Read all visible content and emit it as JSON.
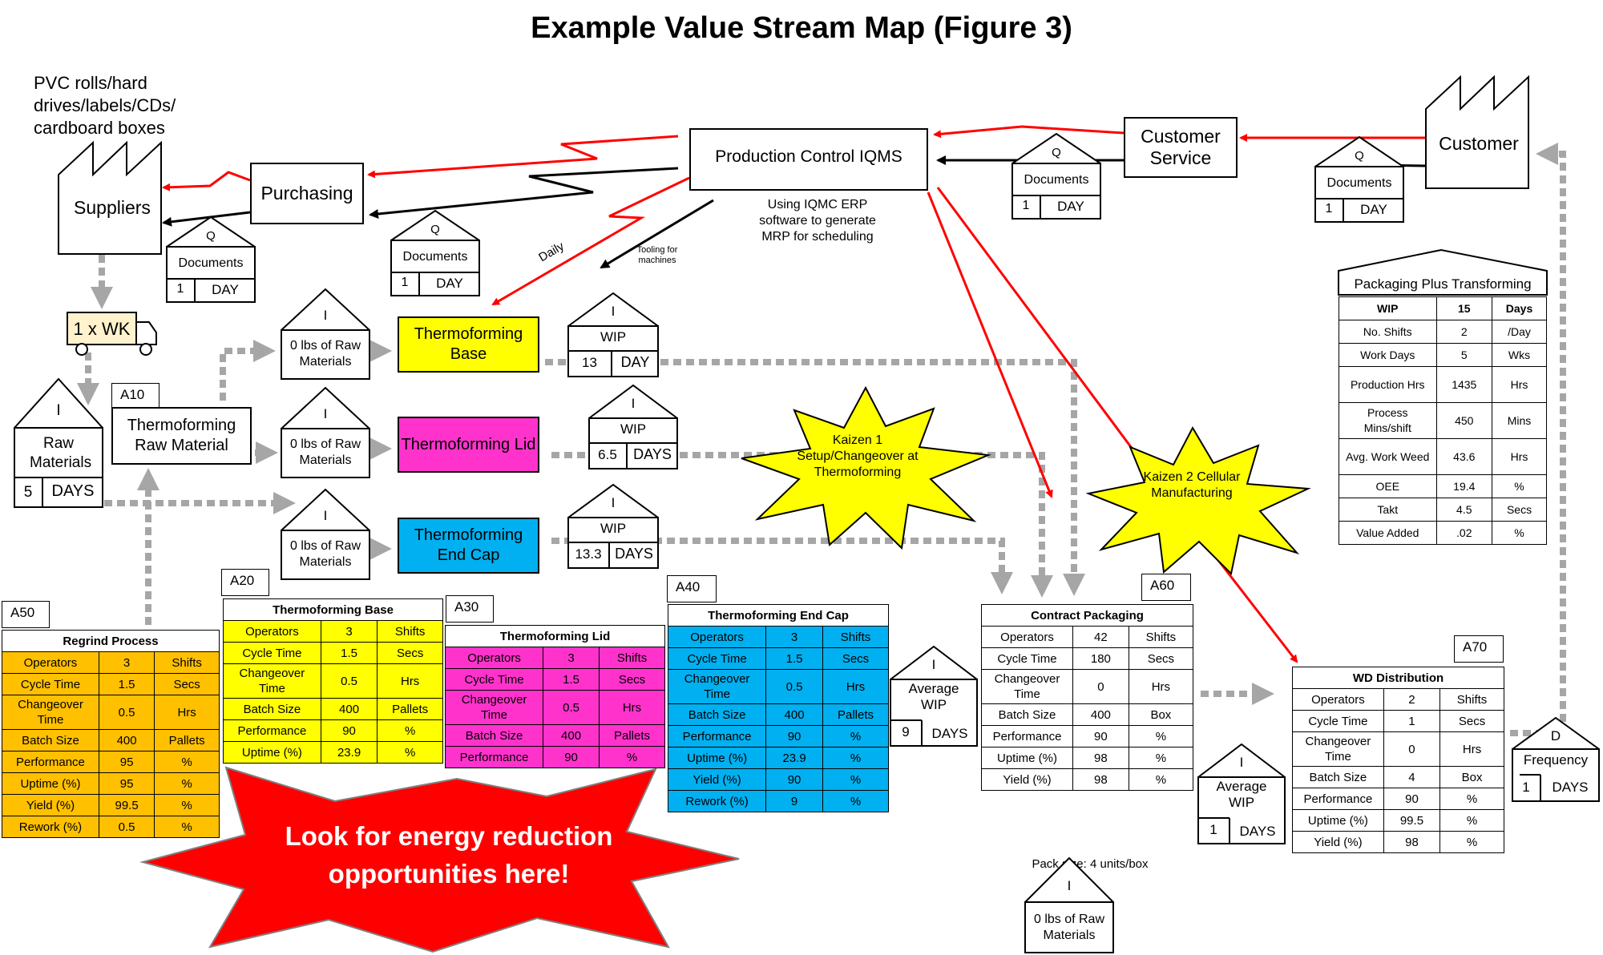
{
  "title": "Example Value Stream Map (Figure 3)",
  "supplier": {
    "materials_label": "PVC rolls/hard drives/labels/CDs/ cardboard boxes",
    "name": "Suppliers"
  },
  "customer": {
    "name": "Customer"
  },
  "purchasing": "Purchasing",
  "production_control": "Production Control IQMS",
  "customer_service": "Customer Service",
  "erp_note": "Using IQMC ERP software to generate MRP for scheduling",
  "daily_label": "Daily",
  "tooling_label": "Tooling for machines",
  "truck_label": "1 x WK",
  "doc_boxes": [
    {
      "q": "Q",
      "label": "Documents",
      "num": "1",
      "unit": "DAY"
    },
    {
      "q": "Q",
      "label": "Documents",
      "num": "1",
      "unit": "DAY"
    },
    {
      "q": "Q",
      "label": "Documents",
      "num": "1",
      "unit": "DAY"
    },
    {
      "q": "Q",
      "label": "Documents",
      "num": "1",
      "unit": "DAY"
    }
  ],
  "inventory": [
    {
      "i": "I",
      "label": "Raw Materials",
      "num": "5",
      "unit": "DAYS"
    },
    {
      "i": "I",
      "label": "0 lbs of Raw Materials"
    },
    {
      "i": "I",
      "label": "0 lbs of Raw Materials"
    },
    {
      "i": "I",
      "label": "0 lbs of Raw Materials"
    },
    {
      "i": "I",
      "label": "WIP",
      "num": "13",
      "unit": "DAY"
    },
    {
      "i": "I",
      "label": "WIP",
      "num": "6.5",
      "unit": "DAYS"
    },
    {
      "i": "I",
      "label": "WIP",
      "num": "13.3",
      "unit": "DAYS"
    },
    {
      "i": "I",
      "label": "Average WIP",
      "num": "9",
      "unit": "DAYS"
    },
    {
      "i": "I",
      "label": "Average WIP",
      "num": "1",
      "unit": "DAYS"
    },
    {
      "i": "I",
      "label": "0 lbs of Raw Materials"
    },
    {
      "i": "D",
      "label": "Frequency",
      "num": "1",
      "unit": "DAYS"
    }
  ],
  "processes": {
    "raw_material": {
      "tag": "A10",
      "name": "Thermoforming Raw Material"
    },
    "base": "Thermoforming Base",
    "lid": "Thermoforming Lid",
    "endcap": "Thermoforming End Cap"
  },
  "kaizen1": "Kaizen 1 Setup/Changeover at Thermoforming",
  "kaizen2": "Kaizen 2 Cellular Manufacturing",
  "callout": "Look for energy reduction opportunities here!",
  "pack_size": "Pack size: 4 units/box",
  "summary": {
    "title": "Packaging Plus Transforming",
    "rows": [
      [
        "WIP",
        "15",
        "Days"
      ],
      [
        "No. Shifts",
        "2",
        "/Day"
      ],
      [
        "Work Days",
        "5",
        "Wks"
      ],
      [
        "Production Hrs",
        "1435",
        "Hrs"
      ],
      [
        "Process Mins/shift",
        "450",
        "Mins"
      ],
      [
        "Avg. Work Weed",
        "43.6",
        "Hrs"
      ],
      [
        "OEE",
        "19.4",
        "%"
      ],
      [
        "Takt",
        "4.5",
        "Secs"
      ],
      [
        "Value Added",
        ".02",
        "%"
      ]
    ]
  },
  "tables": {
    "a50": {
      "tag": "A50",
      "title": "Regrind Process",
      "color": "#ffc000",
      "rows": [
        [
          "Operators",
          "3",
          "Shifts"
        ],
        [
          "Cycle Time",
          "1.5",
          "Secs"
        ],
        [
          "Changeover Time",
          "0.5",
          "Hrs"
        ],
        [
          "Batch Size",
          "400",
          "Pallets"
        ],
        [
          "Performance",
          "95",
          "%"
        ],
        [
          "Uptime (%)",
          "95",
          "%"
        ],
        [
          "Yield (%)",
          "99.5",
          "%"
        ],
        [
          "Rework (%)",
          "0.5",
          "%"
        ]
      ]
    },
    "a20": {
      "tag": "A20",
      "title": "Thermoforming Base",
      "color": "#ffff00",
      "rows": [
        [
          "Operators",
          "3",
          "Shifts"
        ],
        [
          "Cycle Time",
          "1.5",
          "Secs"
        ],
        [
          "Changeover Time",
          "0.5",
          "Hrs"
        ],
        [
          "Batch Size",
          "400",
          "Pallets"
        ],
        [
          "Performance",
          "90",
          "%"
        ],
        [
          "Uptime (%)",
          "23.9",
          "%"
        ]
      ]
    },
    "a30": {
      "tag": "A30",
      "title": "Thermoforming Lid",
      "color": "#ff33cc",
      "rows": [
        [
          "Operators",
          "3",
          "Shifts"
        ],
        [
          "Cycle Time",
          "1.5",
          "Secs"
        ],
        [
          "Changeover Time",
          "0.5",
          "Hrs"
        ],
        [
          "Batch Size",
          "400",
          "Pallets"
        ],
        [
          "Performance",
          "90",
          "%"
        ]
      ]
    },
    "a40": {
      "tag": "A40",
      "title": "Thermoforming End Cap",
      "color": "#00b0f0",
      "rows": [
        [
          "Operators",
          "3",
          "Shifts"
        ],
        [
          "Cycle Time",
          "1.5",
          "Secs"
        ],
        [
          "Changeover Time",
          "0.5",
          "Hrs"
        ],
        [
          "Batch Size",
          "400",
          "Pallets"
        ],
        [
          "Performance",
          "90",
          "%"
        ],
        [
          "Uptime (%)",
          "23.9",
          "%"
        ],
        [
          "Yield (%)",
          "90",
          "%"
        ],
        [
          "Rework (%)",
          "9",
          "%"
        ]
      ]
    },
    "a60": {
      "tag": "A60",
      "title": "Contract Packaging",
      "color": "#ffffff",
      "rows": [
        [
          "Operators",
          "42",
          "Shifts"
        ],
        [
          "Cycle Time",
          "180",
          "Secs"
        ],
        [
          "Changeover Time",
          "0",
          "Hrs"
        ],
        [
          "Batch Size",
          "400",
          "Box"
        ],
        [
          "Performance",
          "90",
          "%"
        ],
        [
          "Uptime (%)",
          "98",
          "%"
        ],
        [
          "Yield (%)",
          "98",
          "%"
        ]
      ]
    },
    "a70": {
      "tag": "A70",
      "title": "WD Distribution",
      "color": "#ffffff",
      "rows": [
        [
          "Operators",
          "2",
          "Shifts"
        ],
        [
          "Cycle Time",
          "1",
          "Secs"
        ],
        [
          "Changeover Time",
          "0",
          "Hrs"
        ],
        [
          "Batch Size",
          "4",
          "Box"
        ],
        [
          "Performance",
          "90",
          "%"
        ],
        [
          "Uptime (%)",
          "99.5",
          "%"
        ],
        [
          "Yield (%)",
          "98",
          "%"
        ]
      ]
    }
  },
  "colors": {
    "red_arrow": "#ff0000",
    "gray_push": "#a6a6a6",
    "kaizen_yellow": "#ffff00",
    "callout_red": "#ff0000"
  }
}
